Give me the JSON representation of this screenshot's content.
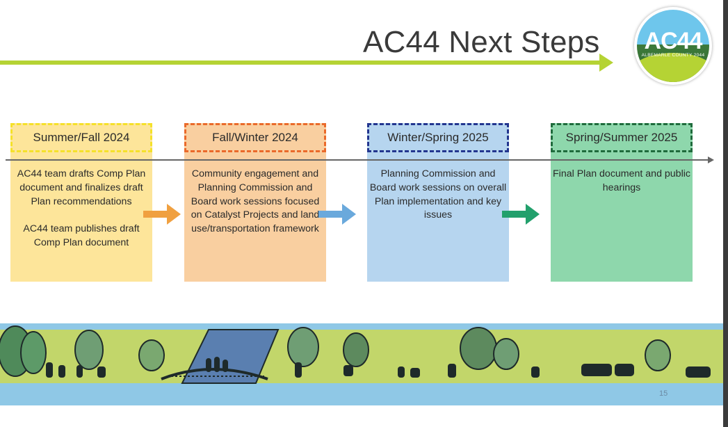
{
  "slide": {
    "title": "AC44 Next Steps",
    "page_number": "15"
  },
  "logo": {
    "text": "AC44",
    "subtitle": "ALBEMARLE COUNTY 2044"
  },
  "phases": [
    {
      "header": "Summer/Fall 2024",
      "paragraphs": [
        "AC44 team drafts Comp Plan document and finalizes draft Plan recommendations",
        "AC44 team publishes draft Comp Plan document"
      ],
      "fill": "#fde59a",
      "border": "#f5e12a"
    },
    {
      "header": "Fall/Winter 2024",
      "paragraphs": [
        "Community engagement and Planning Commission and Board work sessions focused on Catalyst Projects and land use/transportation framework"
      ],
      "fill": "#f9cfa0",
      "border": "#ea6a2b"
    },
    {
      "header": "Winter/Spring 2025",
      "paragraphs": [
        "Planning Commission and Board work sessions on overall Plan implementation and key issues"
      ],
      "fill": "#b6d5ef",
      "border": "#23368f"
    },
    {
      "header": "Spring/Summer 2025",
      "paragraphs": [
        "Final Plan document and public hearings"
      ],
      "fill": "#8ed7ac",
      "border": "#1f6b3c"
    }
  ],
  "arrows": [
    {
      "color": "#f0a040"
    },
    {
      "color": "#6aa9dc"
    },
    {
      "color": "#22a06c"
    }
  ],
  "colors": {
    "accent_green": "#b5d334",
    "title_text": "#3a3a3a",
    "scene_grass": "#c2d66a",
    "scene_band": "#8fc8e6"
  }
}
